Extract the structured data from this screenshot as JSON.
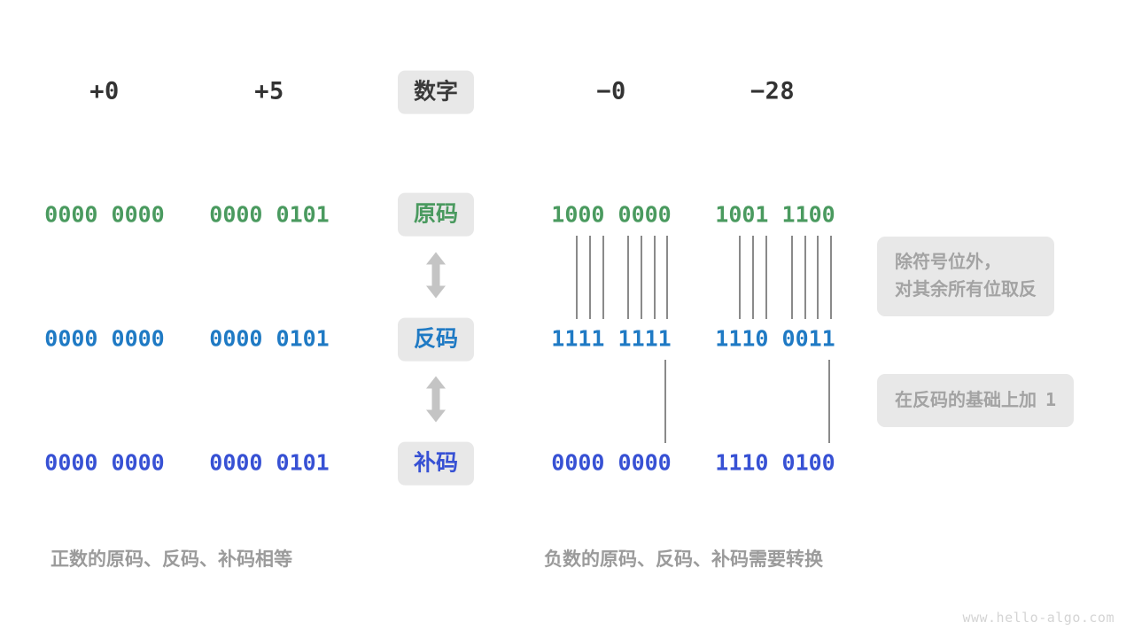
{
  "diagram": {
    "title_badge": "数字",
    "columns": {
      "headers": [
        "+0",
        "+5",
        "数字",
        "−0",
        "−28"
      ]
    },
    "rows": [
      {
        "badge": "原码",
        "color": "#4a9a5f",
        "values": [
          "0000 0000",
          "0000 0101",
          "1000 0000",
          "1001 1100"
        ]
      },
      {
        "badge": "反码",
        "color": "#1f7ac4",
        "values": [
          "0000 0000",
          "0000 0101",
          "1111 1111",
          "1110 0011"
        ]
      },
      {
        "badge": "补码",
        "color": "#3751d4",
        "values": [
          "0000 0000",
          "0000 0101",
          "0000 0000",
          "1110 0100"
        ]
      }
    ],
    "notes": [
      {
        "line1": "除符号位外，",
        "line2": "对其余所有位取反"
      },
      {
        "line1": "在反码的基础上加",
        "mono": "1"
      }
    ],
    "captions": {
      "left": "正数的原码、反码、补码相等",
      "right": "负数的原码、反码、补码需要转换"
    },
    "watermark": "www.hello-algo.com"
  }
}
